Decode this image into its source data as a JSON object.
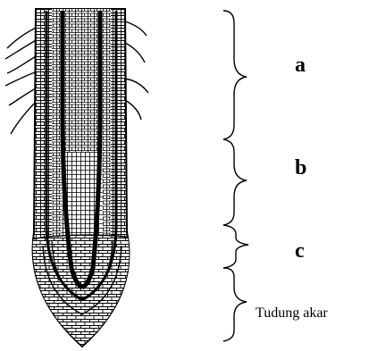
{
  "diagram": {
    "ink_color": "#000000",
    "background_color": "#ffffff",
    "zones": [
      {
        "id": "a",
        "label": "a"
      },
      {
        "id": "b",
        "label": "b"
      },
      {
        "id": "c",
        "label": "c"
      },
      {
        "id": "root-cap",
        "label": "Tudung akar"
      }
    ]
  }
}
